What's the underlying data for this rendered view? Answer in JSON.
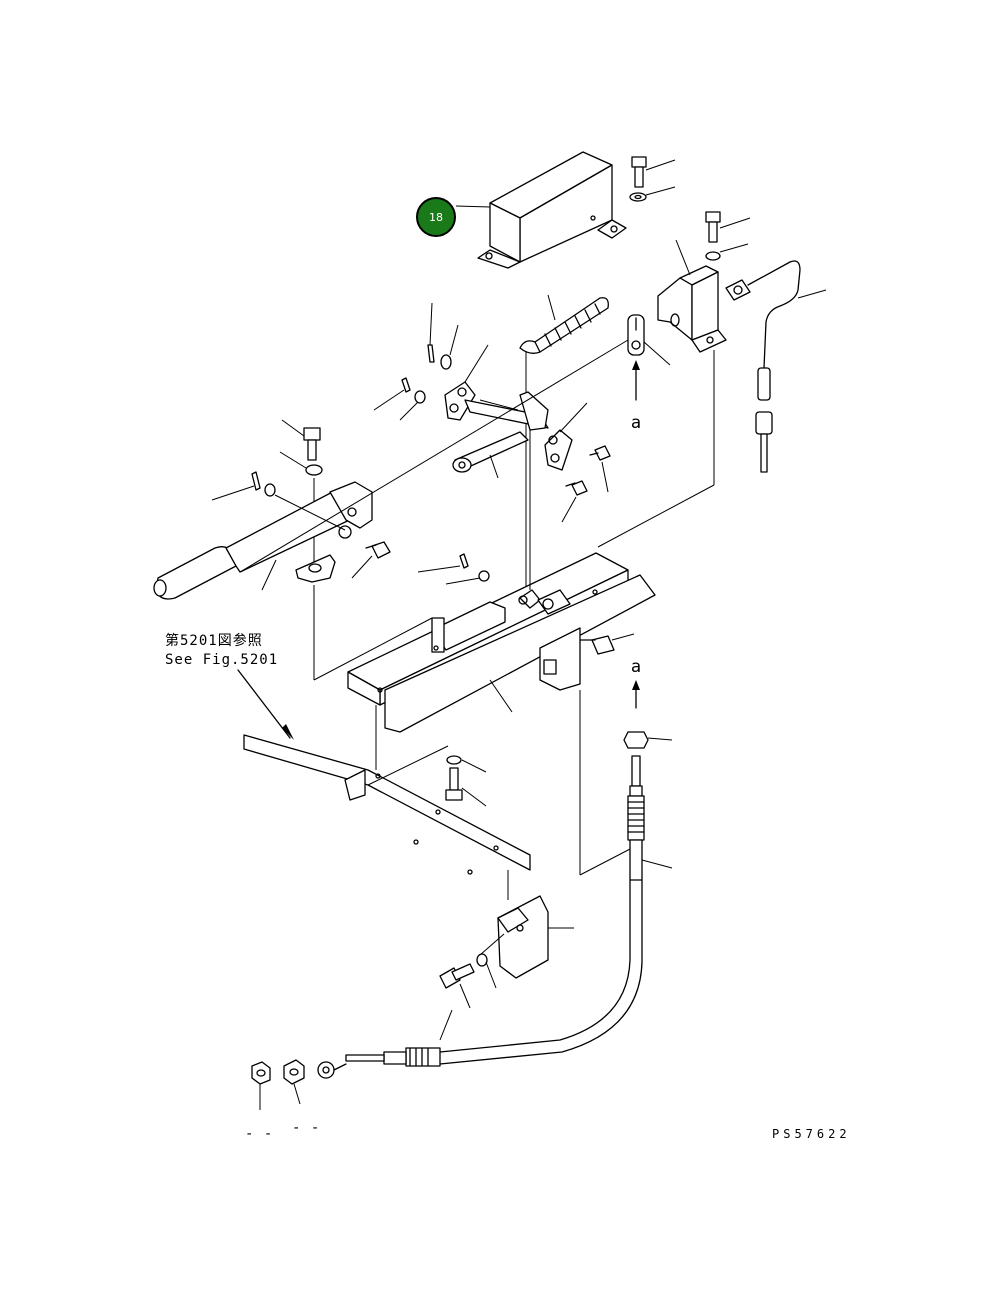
{
  "callout": {
    "number": "18",
    "fill": "#1a7a1a",
    "ring": "#000000"
  },
  "reference": {
    "line1": "第5201図参照",
    "line2": "See Fig.5201"
  },
  "marker_a_top": "a",
  "marker_a_mid": "a",
  "drawing_code": "PS57622",
  "foot_marks": {
    "left": "- -",
    "right": "- -"
  }
}
